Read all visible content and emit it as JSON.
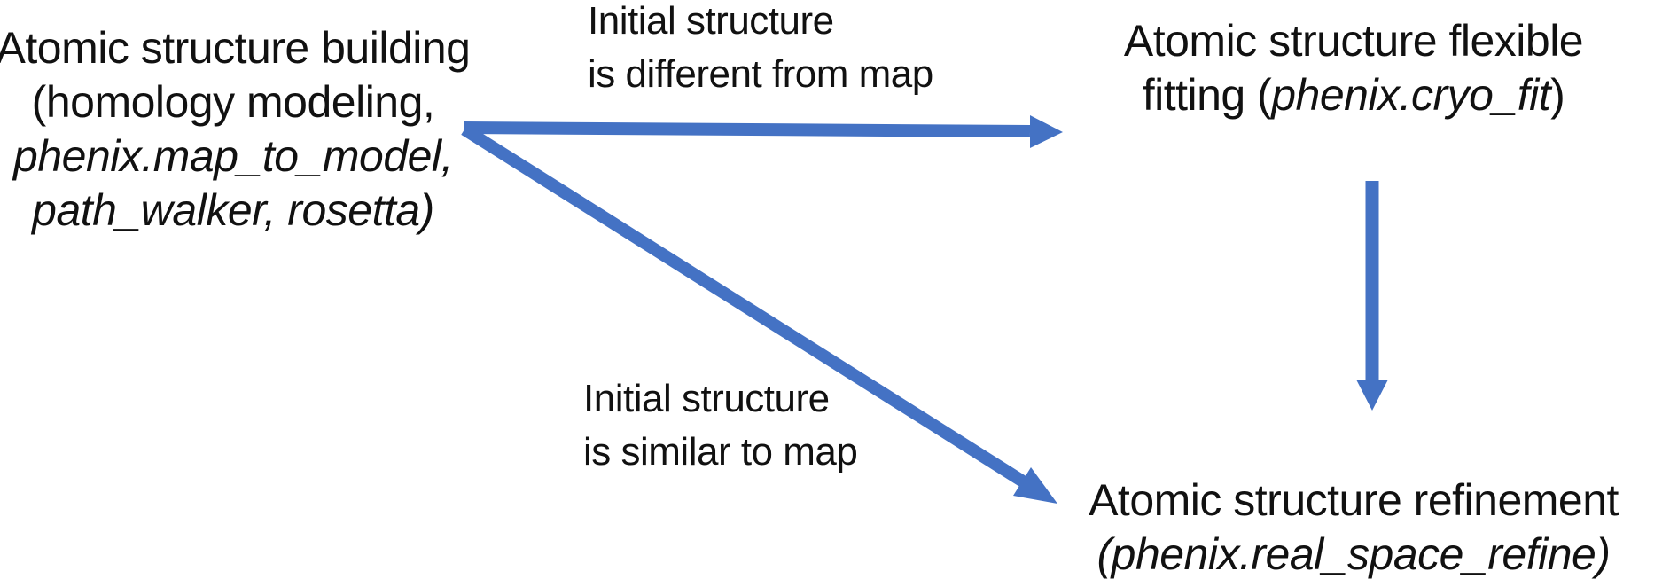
{
  "colors": {
    "arrow": "#4472C4",
    "text": "#111111",
    "background": "#ffffff"
  },
  "nodes": {
    "building": {
      "line1": "Atomic structure building",
      "line2": "(homology modeling,",
      "line3": "phenix.map_to_model,",
      "line4": "path_walker, rosetta)"
    },
    "flexible_fitting": {
      "line1": "Atomic structure flexible",
      "line2_prefix": "fitting (",
      "line2_italic": "phenix.cryo_fit",
      "line2_suffix": ")"
    },
    "refinement": {
      "line1": "Atomic structure refinement",
      "line2": "(phenix.real_space_refine)"
    }
  },
  "labels": {
    "different": {
      "line1": "Initial structure",
      "line2": "is different from map"
    },
    "similar": {
      "line1": "Initial structure",
      "line2": "is similar to map"
    }
  }
}
